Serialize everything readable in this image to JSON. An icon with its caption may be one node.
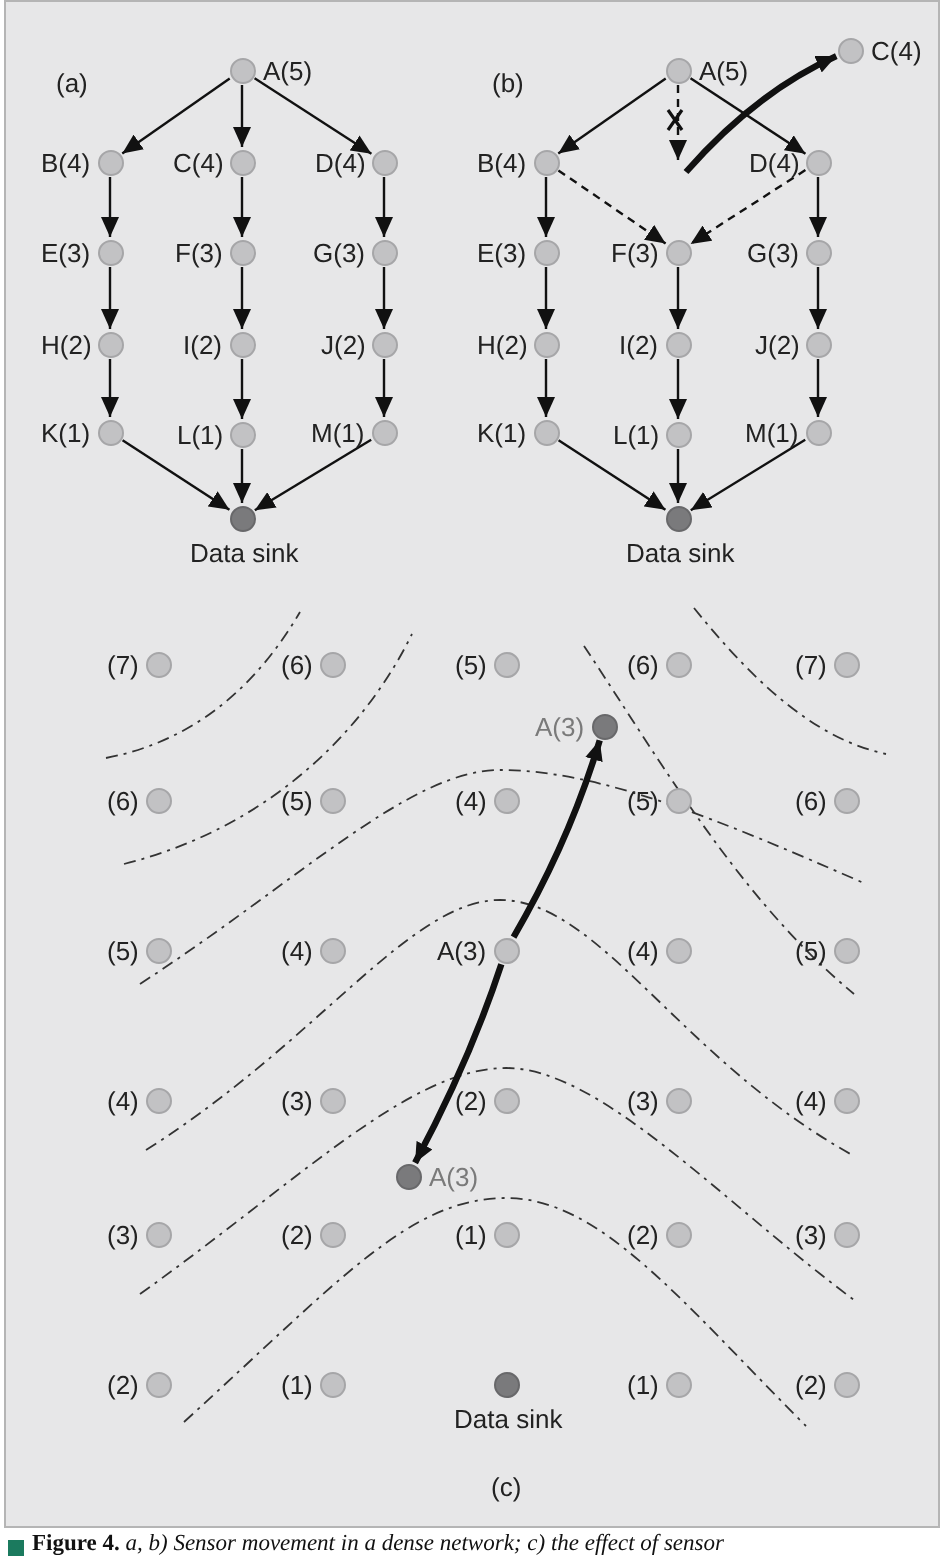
{
  "diagram": {
    "caption": "**Figure 4.** *a, b) Sensor movement in a dense network; c) the effect of sensor*",
    "nodes": [
      {
        "text": [
          "A(5)"
        ]
      },
      {
        "text": [
          "B(4)"
        ]
      },
      {
        "text": [
          "C(4)"
        ]
      },
      {
        "text": [
          "D(4)"
        ]
      },
      {
        "text": [
          "E(3)"
        ]
      },
      {
        "text": [
          "F(3)"
        ]
      },
      {
        "text": [
          "G(3)"
        ]
      },
      {
        "text": [
          "H(2)"
        ]
      },
      {
        "text": [
          "I(2)"
        ]
      },
      {
        "text": [
          "J(2)"
        ]
      },
      {
        "text": [
          "K(1)"
        ]
      },
      {
        "text": [
          "L(1)"
        ]
      },
      {
        "text": [
          "M(1)"
        ]
      },
      {
        "text": [
          "Data sink"
        ]
      },
      {
        "text": [
          "A(5)"
        ]
      },
      {
        "text": [
          "C(4)"
        ]
      },
      {
        "text": [
          "B(4)"
        ]
      },
      {
        "text": [
          "D(4)"
        ]
      },
      {
        "text": [
          "E(3)"
        ]
      },
      {
        "text": [
          "F(3)"
        ]
      },
      {
        "text": [
          "G(3)"
        ]
      },
      {
        "text": [
          "H(2)"
        ]
      },
      {
        "text": [
          "I(2)"
        ]
      },
      {
        "text": [
          "J(2)"
        ]
      },
      {
        "text": [
          "K(1)"
        ]
      },
      {
        "text": [
          "L(1)"
        ]
      },
      {
        "text": [
          "M(1)"
        ]
      },
      {
        "text": [
          "Data sink"
        ]
      },
      {
        "text": [
          "(7)"
        ]
      },
      {
        "text": [
          "(6)"
        ]
      },
      {
        "text": [
          "(5)"
        ]
      },
      {
        "text": [
          "(6)"
        ]
      },
      {
        "text": [
          "(7)"
        ]
      },
      {
        "text": [
          "A(3)"
        ]
      },
      {
        "text": [
          "(6)"
        ]
      },
      {
        "text": [
          "(5)"
        ]
      },
      {
        "text": [
          "(4)"
        ]
      },
      {
        "text": [
          "(5)"
        ]
      },
      {
        "text": [
          "(6)"
        ]
      },
      {
        "text": [
          "(5)"
        ]
      },
      {
        "text": [
          "(4)"
        ]
      },
      {
        "text": [
          "A(3)"
        ]
      },
      {
        "text": [
          "(4)"
        ]
      },
      {
        "text": [
          "(5)"
        ]
      },
      {
        "text": [
          "(4)"
        ]
      },
      {
        "text": [
          "(3)"
        ]
      },
      {
        "text": [
          "(2)"
        ]
      },
      {
        "text": [
          "(3)"
        ]
      },
      {
        "text": [
          "(4)"
        ]
      },
      {
        "text": [
          "A(3)"
        ]
      },
      {
        "text": [
          "(3)"
        ]
      },
      {
        "text": [
          "(2)"
        ]
      },
      {
        "text": [
          "(1)"
        ]
      },
      {
        "text": [
          "(2)"
        ]
      },
      {
        "text": [
          "(3)"
        ]
      },
      {
        "text": [
          "(2)"
        ]
      },
      {
        "text": [
          "(1)"
        ]
      },
      {
        "text": [
          "Data sink"
        ]
      },
      {
        "text": [
          "(1)"
        ]
      },
      {
        "text": [
          "(2)"
        ]
      }
    ],
    "edges": [
      {
        "from": 0,
        "to": 1,
        "arrow": "to"
      },
      {
        "from": 0,
        "to": 2,
        "arrow": "to"
      },
      {
        "from": 0,
        "to": 3,
        "arrow": "to"
      },
      {
        "from": 1,
        "to": 4,
        "arrow": "to"
      },
      {
        "from": 2,
        "to": 5,
        "arrow": "to"
      },
      {
        "from": 3,
        "to": 6,
        "arrow": "to"
      },
      {
        "from": 4,
        "to": 7,
        "arrow": "to"
      },
      {
        "from": 5,
        "to": 8,
        "arrow": "to"
      },
      {
        "from": 6,
        "to": 9,
        "arrow": "to"
      },
      {
        "from": 7,
        "to": 10,
        "arrow": "to"
      },
      {
        "from": 8,
        "to": 11,
        "arrow": "to"
      },
      {
        "from": 9,
        "to": 12,
        "arrow": "to"
      },
      {
        "from": 10,
        "to": 13,
        "arrow": "to"
      },
      {
        "from": 11,
        "to": 13,
        "arrow": "to"
      },
      {
        "from": 12,
        "to": 13,
        "arrow": "to"
      },
      {
        "from": 14,
        "to": 16,
        "arrow": "to"
      },
      {
        "from": 14,
        "to": null,
        "arrow": "to",
        "style": "dashed"
      },
      {
        "from": 14,
        "to": 17,
        "arrow": "to"
      },
      {
        "from": null,
        "to": 15,
        "arrow": "to",
        "style": "thick"
      },
      {
        "from": 16,
        "to": 18,
        "arrow": "to"
      },
      {
        "from": 16,
        "to": 19,
        "arrow": "to",
        "style": "dashed"
      },
      {
        "from": 17,
        "to": 19,
        "arrow": "to",
        "style": "dashed"
      },
      {
        "from": 17,
        "to": 20,
        "arrow": "to"
      },
      {
        "from": 18,
        "to": 21,
        "arrow": "to"
      },
      {
        "from": 19,
        "to": 22,
        "arrow": "to"
      },
      {
        "from": 20,
        "to": 23,
        "arrow": "to"
      },
      {
        "from": 21,
        "to": 24,
        "arrow": "to"
      },
      {
        "from": 22,
        "to": 25,
        "arrow": "to"
      },
      {
        "from": 23,
        "to": 26,
        "arrow": "to"
      },
      {
        "from": 24,
        "to": 27,
        "arrow": "to"
      },
      {
        "from": 25,
        "to": 27,
        "arrow": "to"
      },
      {
        "from": 26,
        "to": 27,
        "arrow": "to"
      },
      {
        "from": 41,
        "to": 33,
        "arrow": "to",
        "style": "thick"
      },
      {
        "from": 41,
        "to": 49,
        "arrow": "to",
        "style": "thick"
      }
    ],
    "labels": [
      "(a)",
      "(b)",
      "(c)"
    ]
  }
}
